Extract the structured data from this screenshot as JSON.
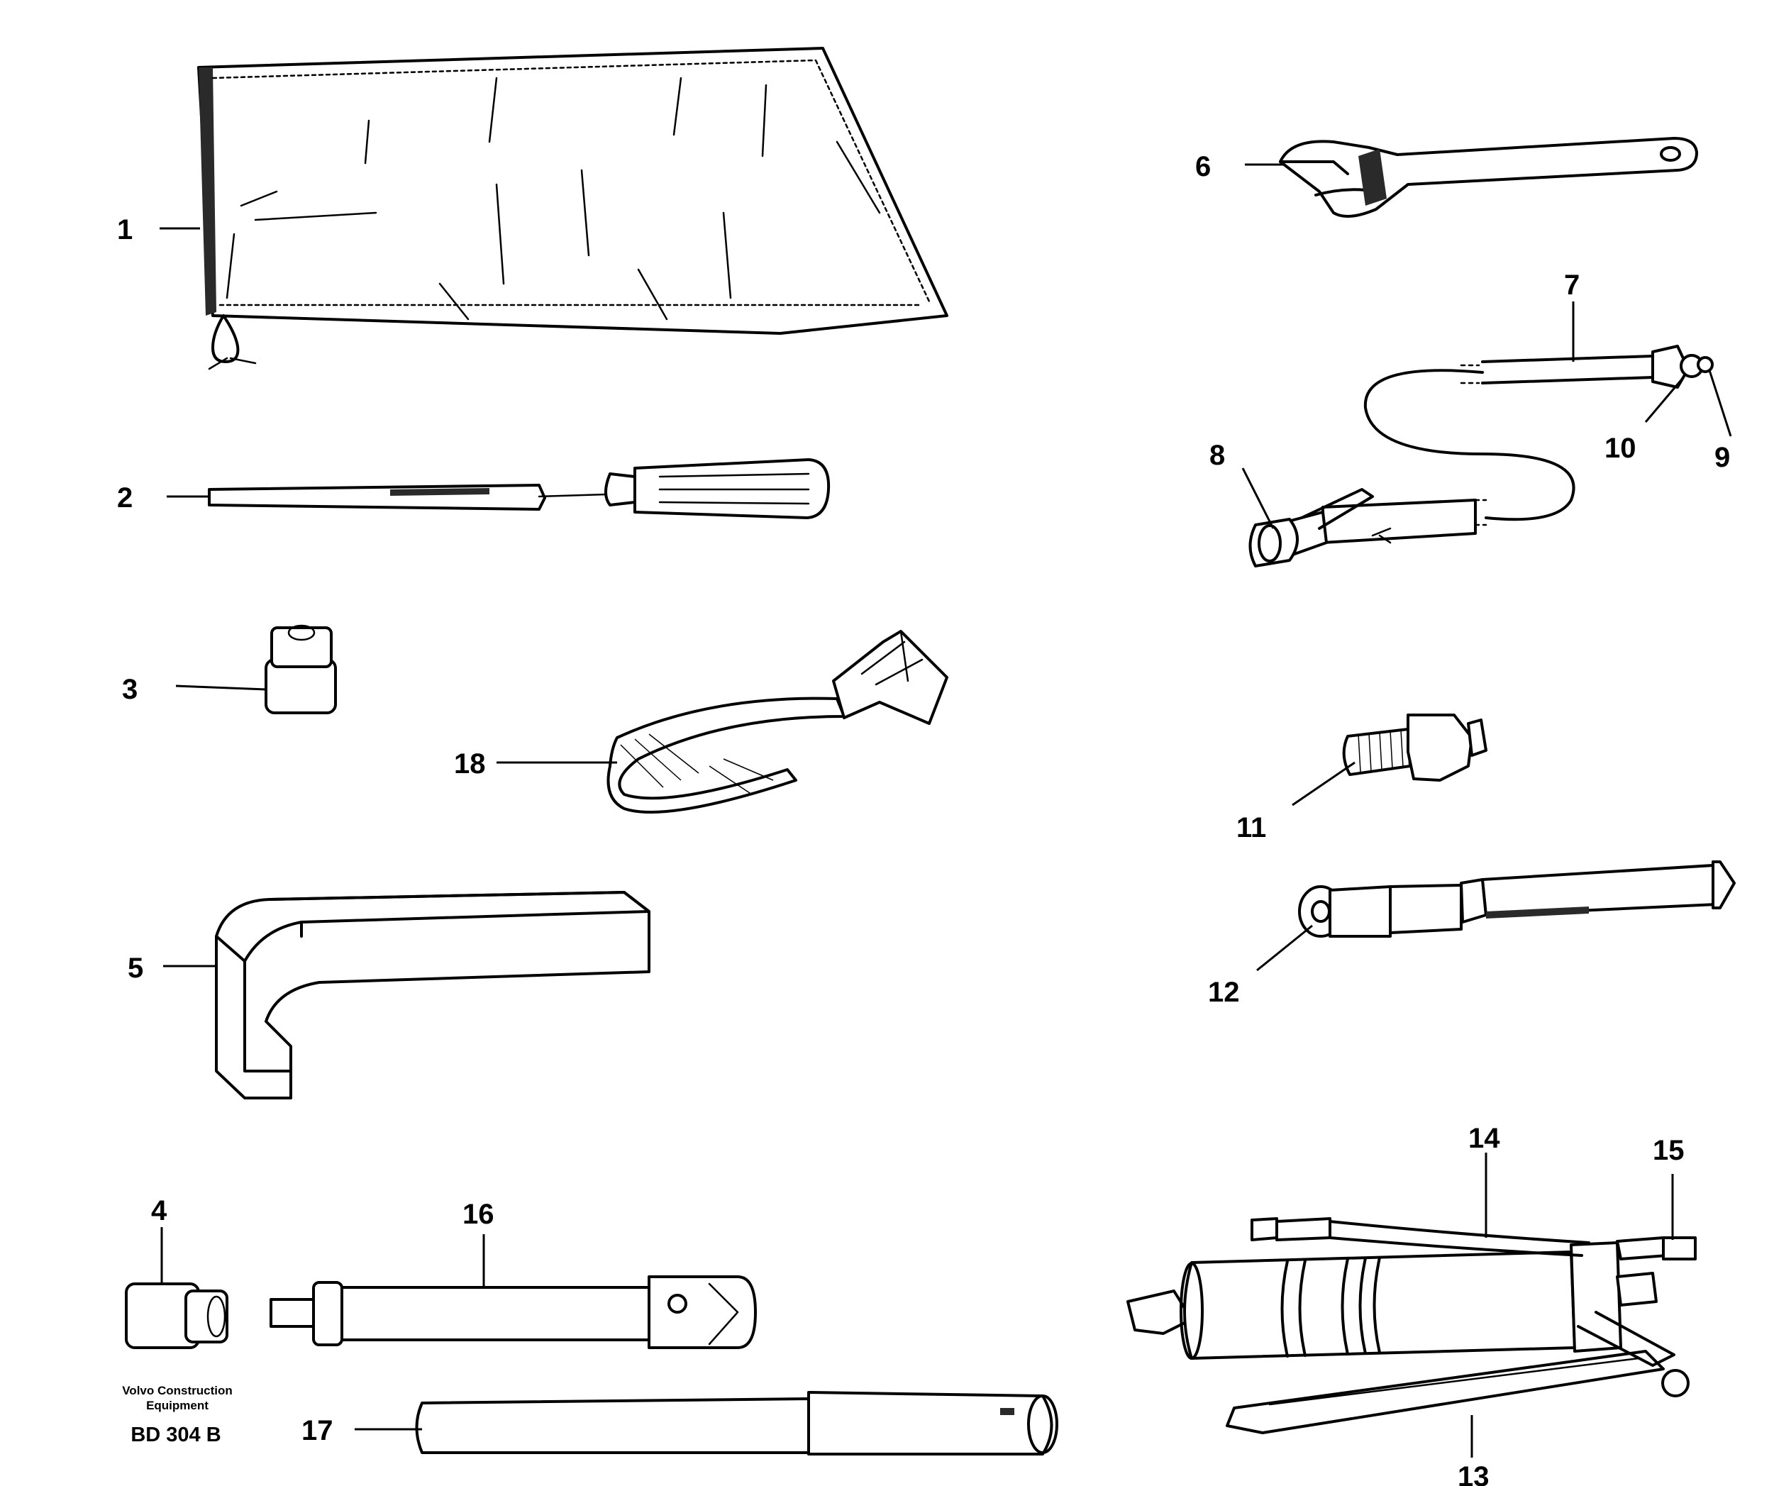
{
  "callouts": {
    "c1": "1",
    "c2": "2",
    "c3": "3",
    "c4": "4",
    "c5": "5",
    "c6": "6",
    "c7": "7",
    "c8": "8",
    "c9": "9",
    "c10": "10",
    "c11": "11",
    "c12": "12",
    "c13": "13",
    "c14": "14",
    "c15": "15",
    "c16": "16",
    "c17": "17",
    "c18": "18"
  },
  "footer": {
    "company_line1": "Volvo Construction",
    "company_line2": "Equipment",
    "drawing_code": "BD 304 B"
  }
}
